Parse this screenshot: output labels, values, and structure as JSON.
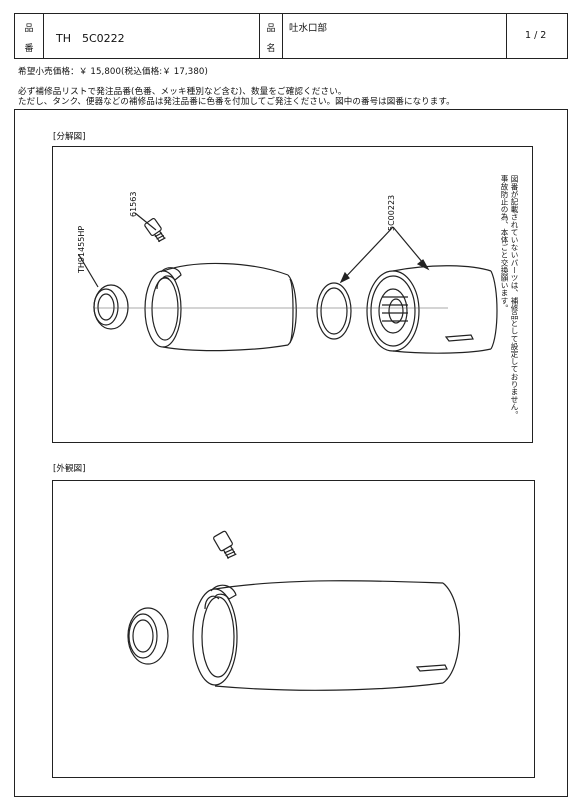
{
  "header": {
    "part_no_label": [
      "品",
      "番"
    ],
    "part_no": "TH　5C0222",
    "part_name_label": [
      "品",
      "名"
    ],
    "part_name": "吐水口部",
    "page": "1 / 2"
  },
  "price_line": "希望小売価格：￥ 15,800(税込価格:￥ 17,380)",
  "notice_line_1": "必ず補修品リストで発注品番(色番、メッキ種別など含む)、数量をご確認ください。",
  "notice_line_2": "ただし、タンク、便器などの補修品は発注品番に色番を付加してご発注ください。図中の番号は図番になります。",
  "exploded": {
    "title": "[分解図]",
    "part_labels": [
      "TH91455HP",
      "61563",
      "5C00223"
    ],
    "side_note": [
      "図番が記載されていないパーツは、補修品として設定しておりません。",
      "事故防止の為、本体ごと交換願います。"
    ]
  },
  "exterior": {
    "title": "[外観図]"
  }
}
